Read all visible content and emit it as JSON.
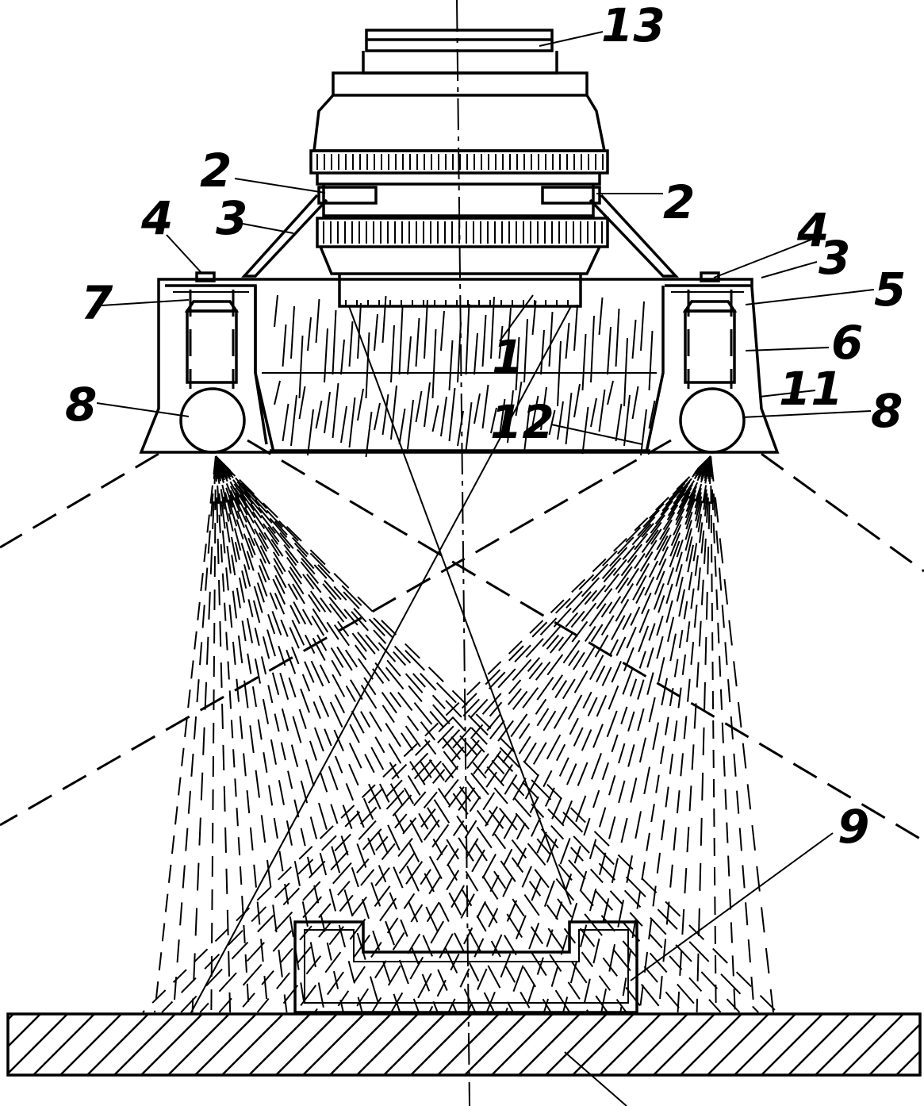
{
  "labels": {
    "n13": "13",
    "n2_left": "2",
    "n2_right": "2",
    "n3_left": "3",
    "n3_right": "3",
    "n4_left": "4",
    "n4_right": "4",
    "n7": "7",
    "n5": "5",
    "n6": "6",
    "n1": "1",
    "n11": "11",
    "n8_left": "8",
    "n8_right": "8",
    "n12": "12",
    "n9": "9"
  },
  "colors": {
    "ink": "#000000",
    "paper": "#ffffff"
  }
}
